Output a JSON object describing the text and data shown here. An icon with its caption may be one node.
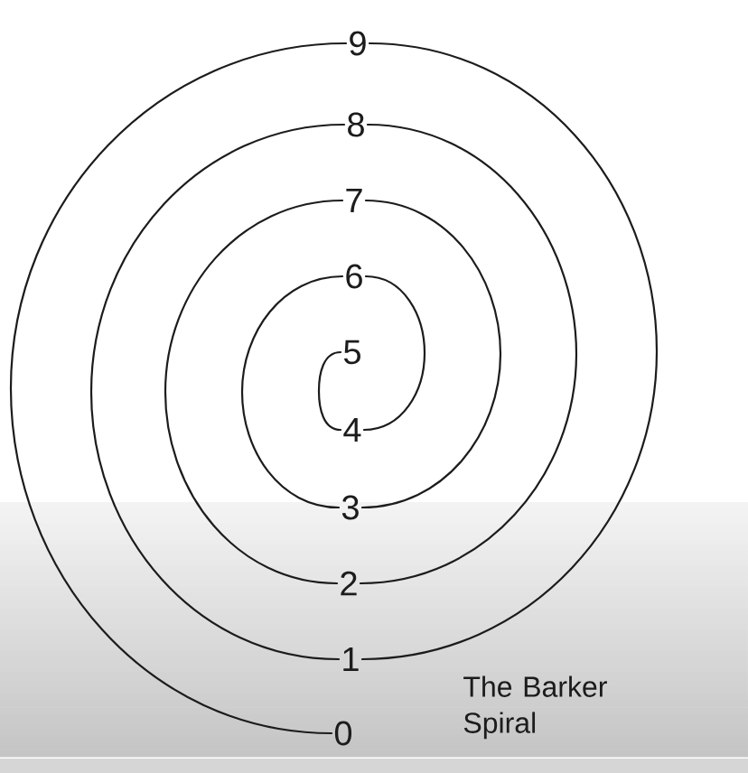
{
  "diagram": {
    "caption": "The Barker Spiral",
    "nodes": [
      {
        "text": [
          "9"
        ]
      },
      {
        "text": [
          "8"
        ]
      },
      {
        "text": [
          "7"
        ]
      },
      {
        "text": [
          "6"
        ]
      },
      {
        "text": [
          "5"
        ]
      },
      {
        "text": [
          "4"
        ]
      },
      {
        "text": [
          "3"
        ]
      },
      {
        "text": [
          "2"
        ]
      },
      {
        "text": [
          "1"
        ]
      },
      {
        "text": [
          "0"
        ]
      }
    ],
    "edges": [
      {
        "from": 9,
        "to": 0,
        "arrow": "none"
      },
      {
        "from": 0,
        "to": 8,
        "arrow": "none"
      },
      {
        "from": 8,
        "to": 1,
        "arrow": "none"
      },
      {
        "from": 1,
        "to": 7,
        "arrow": "none"
      },
      {
        "from": 7,
        "to": 2,
        "arrow": "none"
      },
      {
        "from": 2,
        "to": 6,
        "arrow": "none"
      },
      {
        "from": 6,
        "to": 3,
        "arrow": "none"
      },
      {
        "from": 3,
        "to": 5,
        "arrow": "none"
      },
      {
        "from": 5,
        "to": 4,
        "arrow": "none"
      }
    ]
  }
}
